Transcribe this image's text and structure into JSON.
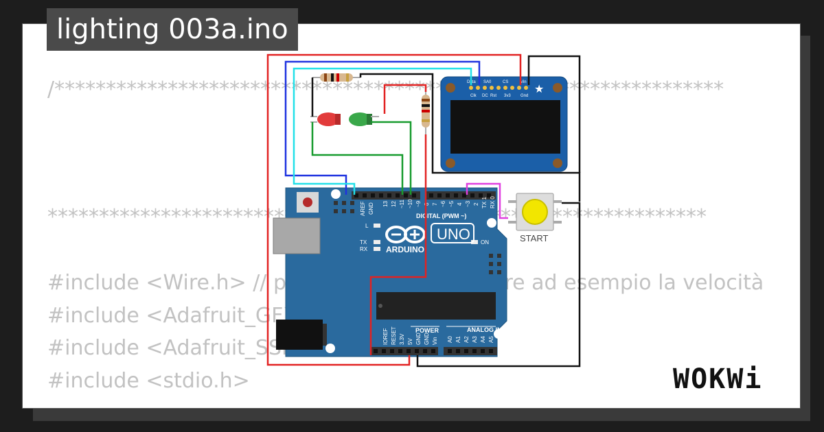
{
  "project": {
    "title": "lighting 003a.ino"
  },
  "code_lines": [
    "/*****************************************************************",
    "****************************************************************",
    "#include <Wire.h> // pr                                re ad esempio la velocità",
    "#include <Adafruit_GFX",
    "#include <Adafruit_SSD",
    "#include <stdio.h>"
  ],
  "parts": {
    "uno": {
      "brand": "ARDUINO",
      "model": "UNO",
      "digital_label": "DIGITAL (PWM ~)",
      "power_label": "POWER",
      "analog_label": "ANALOG IN",
      "aref_label": "AREF",
      "gnd_label": "GND",
      "on_label": "ON",
      "l_label": "L",
      "tx_label": "TX",
      "rx_label": "RX",
      "digital_pins": [
        "13",
        "12",
        "~11",
        "~10",
        "~9",
        "8",
        "7",
        "~6",
        "~5",
        "4",
        "~3",
        "2",
        "TX 1",
        "RX 0"
      ],
      "power_pins": [
        "IOREF",
        "RESET",
        "3.3V",
        "5V",
        "GND",
        "GND",
        "Vin"
      ],
      "analog_pins": [
        "A0",
        "A1",
        "A2",
        "A3",
        "A4",
        "A5"
      ]
    },
    "oled": {
      "pins": [
        "Data",
        "Clk",
        "SA0",
        "DC",
        "Rst",
        "CS",
        "3v3",
        "Vin",
        "Gnd"
      ]
    },
    "button": {
      "label": "START",
      "color": "#f2e600"
    },
    "leds": [
      {
        "color": "red"
      },
      {
        "color": "green"
      }
    ]
  },
  "colors": {
    "board": "#2a6a9e",
    "wire_red": "#e22222",
    "wire_blue": "#1f33e0",
    "wire_cyan": "#22e0e8",
    "wire_green": "#179b2e",
    "wire_black": "#111111",
    "wire_magenta": "#e040e0"
  },
  "brand": {
    "logo": "WOKWi"
  }
}
